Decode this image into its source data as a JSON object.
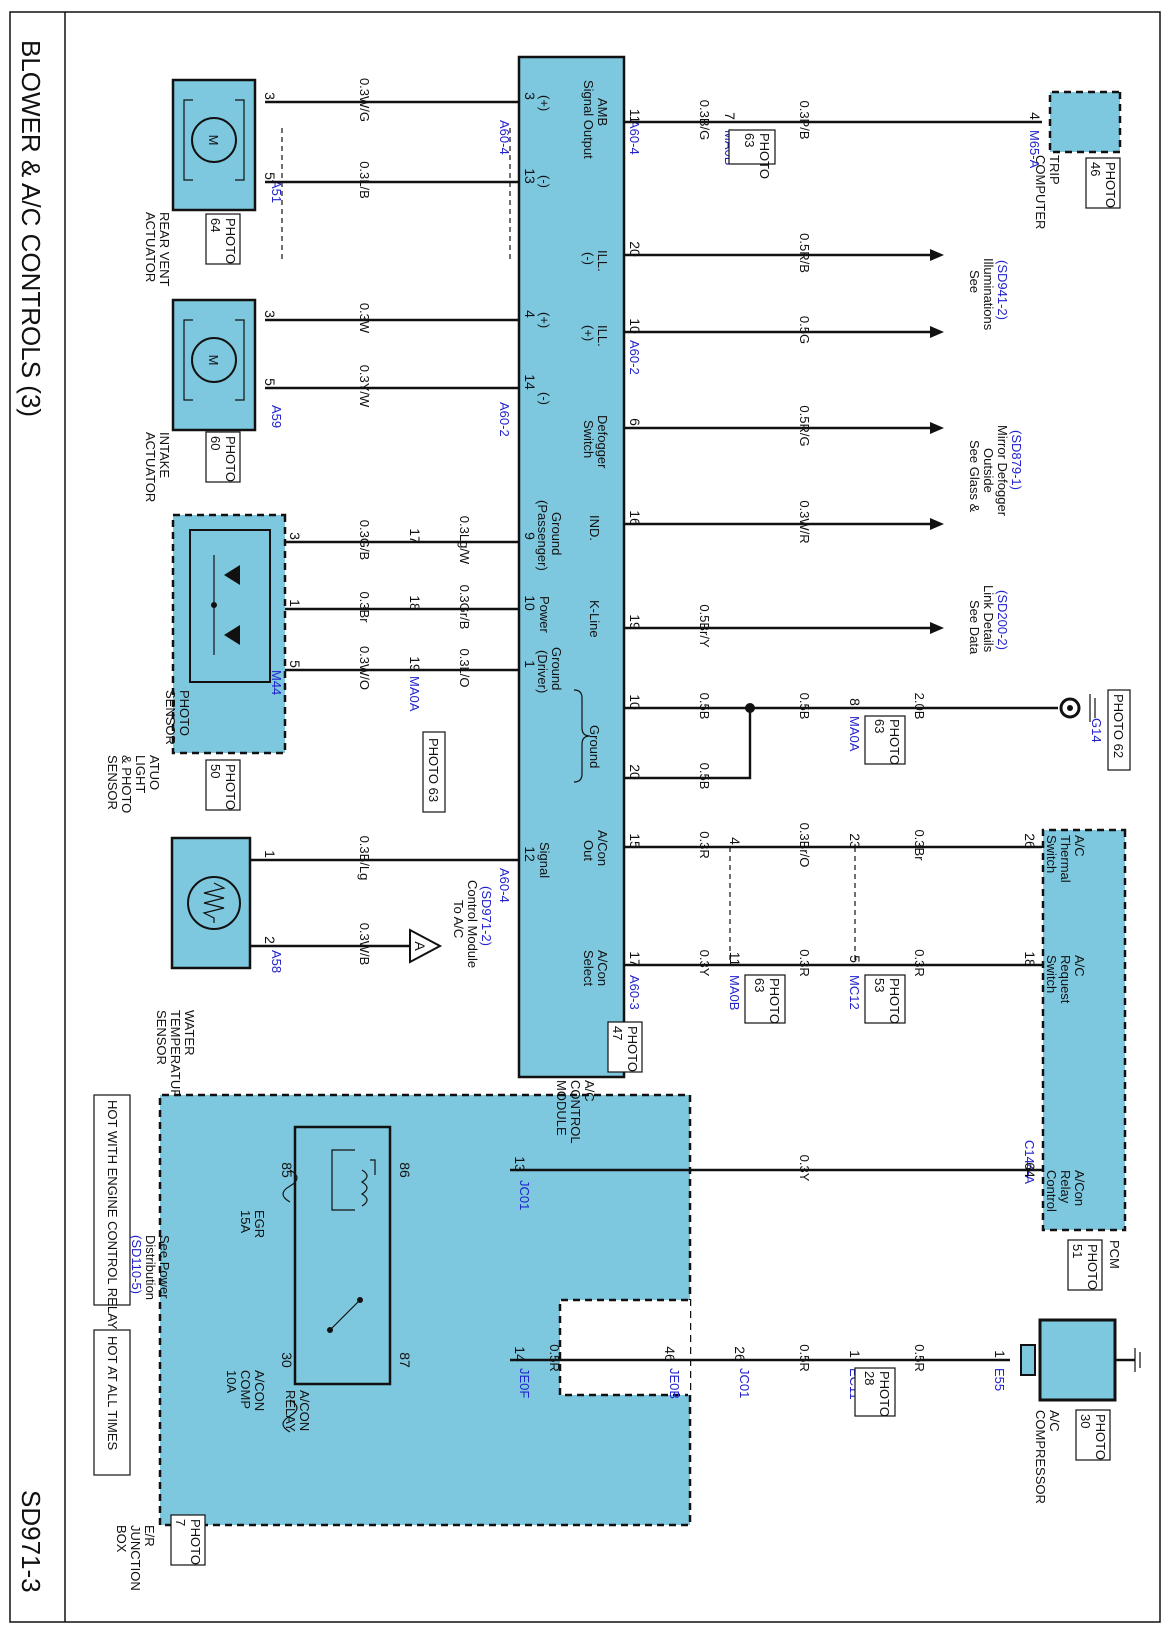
{
  "diagram": {
    "title": "BLOWER & A/C CONTROLS (3)",
    "sheet_id": "SD971-3",
    "notes": {
      "hot_engine": "HOT WITH ENGINE CONTROL RELAY ON",
      "hot_always": "HOT AT ALL TIMES",
      "see_power_1": "See Power",
      "see_power_2": "Distribution",
      "see_power_ref": "(SD110-5)",
      "see_illum_1": "See",
      "see_illum_2": "Illuminations",
      "see_illum_ref": "(SD941-2)",
      "see_glass_1": "See Glass &",
      "see_glass_2": "Outside",
      "see_glass_3": "Mirror Defogger",
      "see_glass_ref": "(SD879-1)",
      "see_data_1": "See Data",
      "see_data_2": "Link Details",
      "see_data_ref": "(SD200-2)",
      "to_ac_1": "To A/C",
      "to_ac_2": "Control Module",
      "to_ac_ref": "(SD971-2)",
      "offpage_letter": "A"
    },
    "components": {
      "rear_vent": {
        "name_1": "REAR VENT",
        "name_2": "ACTUATOR",
        "photo": "PHOTO",
        "photo_num": "64",
        "connector": "A51",
        "motor": "M"
      },
      "intake": {
        "name_1": "INTAKE",
        "name_2": "ACTUATOR",
        "photo": "PHOTO",
        "photo_num": "60",
        "connector": "A59",
        "motor": "M"
      },
      "photo_sensor": {
        "name_1": "PHOTO",
        "name_2": "SENSOR",
        "name_3": "ATUO",
        "name_4": "LIGHT",
        "name_5": "& PHOTO",
        "name_6": "SENSOR",
        "photo": "PHOTO",
        "photo_num": "50",
        "connector": "M44"
      },
      "water_temp": {
        "name_1": "WATER",
        "name_2": "TEMPERATURE",
        "name_3": "SENSOR",
        "connector": "A58"
      },
      "junction_box": {
        "name_1": "E/R",
        "name_2": "JUNCTION",
        "name_3": "BOX",
        "photo": "PHOTO",
        "photo_num": "7"
      },
      "ac_module": {
        "name_1": "A/C",
        "name_2": "CONTROL",
        "name_3": "MODULE",
        "photo": "PHOTO",
        "photo_num": "47"
      },
      "trip_computer": {
        "name_1": "TRIP",
        "name_2": "COMPUTER",
        "photo": "PHOTO",
        "photo_num": "46",
        "connector": "M65-A"
      },
      "pcm": {
        "name": "PCM",
        "photo": "PHOTO",
        "photo_num": "51",
        "connector": "C144-A"
      },
      "compressor": {
        "name_1": "A/C",
        "name_2": "COMPRESSOR",
        "photo": "PHOTO",
        "photo_num": "30"
      },
      "ground": {
        "id": "G14",
        "photo": "PHOTO 62"
      },
      "relay": {
        "name_1": "A/CON",
        "name_2": "RELAY"
      },
      "fuse_egr": {
        "name": "EGR",
        "rating": "15A"
      },
      "fuse_comp": {
        "name_1": "A/CON",
        "name_2": "COMP",
        "rating": "10A"
      }
    },
    "module_labels": {
      "plus_a": "(+)",
      "minus_a": "(-)",
      "plus_b": "(+)",
      "minus_b": "(-)",
      "gnd_pass_1": "Ground",
      "gnd_pass_2": "(Passenger)",
      "power": "Power",
      "gnd_drv_1": "Ground",
      "gnd_drv_2": "(Driver)",
      "signal": "Signal",
      "amb_1": "AMB",
      "amb_2": "Signal Output",
      "ill_minus_1": "ILL.",
      "ill_minus_2": "(-)",
      "ill_plus_1": "ILL.",
      "ill_plus_2": "(+)",
      "defog_1": "Defogger",
      "defog_2": "Switch",
      "ind": "IND.",
      "kline": "K-Line",
      "ground": "Ground",
      "acon_out_1": "A/Con",
      "acon_out_2": "Out",
      "acon_sel_1": "A/Con",
      "acon_sel_2": "Select"
    },
    "pcm_labels": {
      "thermal_1": "A/C",
      "thermal_2": "Thermal",
      "thermal_3": "Switch",
      "request_1": "A/C",
      "request_2": "Request",
      "request_3": "Switch",
      "relay_1": "A/Con",
      "relay_2": "Relay",
      "relay_3": "Control"
    },
    "connectors": {
      "a60_4_top": "A60-4",
      "a60_2_top": "A60-2",
      "a60_4_bot": "A60-4",
      "a60_4_left": "A60-4",
      "a60_2_left": "A60-2",
      "a60_3": "A60-3",
      "ma0a_sensor": "MA0A",
      "ma0a_photo": "PHOTO 63",
      "ma0b_amb": "MA0B",
      "ma0b_amb_photo": "PHOTO",
      "ma0b_amb_num": "63",
      "ma0a_gnd": "MA0A",
      "ma0a_gnd_photo": "PHOTO",
      "ma0a_gnd_num": "63",
      "ma0b_sel": "MA0B",
      "ma0b_sel_photo": "PHOTO",
      "ma0b_sel_num": "63",
      "mc12": "MC12",
      "mc12_photo": "PHOTO",
      "mc12_num": "53",
      "jc01_a": "JC01",
      "jc01_b": "JC01",
      "je0f": "JE0F",
      "je0b": "JE0B",
      "ec11": "EC11",
      "ec11_photo": "PHOTO",
      "ec11_num": "28",
      "e55": "E55"
    },
    "pins": {
      "rv3": "3",
      "rv5": "5",
      "m3": "3",
      "m13": "13",
      "in3": "3",
      "in5": "5",
      "m4": "4",
      "m14": "14",
      "ps3": "3",
      "ps1": "1",
      "ps5": "5",
      "ma17": "17",
      "ma18": "18",
      "ma19": "19",
      "m9": "9",
      "m10": "10",
      "m1": "1",
      "wt1": "1",
      "wt2": "2",
      "m12": "12",
      "l11": "11",
      "l20": "20",
      "l10": "10",
      "l6": "6",
      "l16": "16",
      "l19": "19",
      "lg10": "10",
      "lg20": "20",
      "l15": "15",
      "l17": "17",
      "amb7": "7",
      "tc4": "4",
      "gnd8": "8",
      "r4": "4",
      "r11": "11",
      "r23": "23",
      "r5": "5",
      "pcm26": "26",
      "pcm18": "18",
      "pcm64": "64",
      "jc13": "13",
      "rl86": "86",
      "rl85": "85",
      "rl87": "87",
      "rl30": "30",
      "je14": "14",
      "je46": "46",
      "jc26": "26",
      "ec1": "1",
      "e1": "1"
    },
    "wires": {
      "rv_plus": "0.3W/G",
      "rv_minus": "0.3L/B",
      "in_plus": "0.3W",
      "in_minus": "0.3Y/W",
      "ps_gnd_a": "0.3G/B",
      "ps_pwr_a": "0.3Br",
      "ps_drv_a": "0.3W/O",
      "ps_gnd_b": "0.3Lg/W",
      "ps_pwr_b": "0.3Gr/B",
      "ps_drv_b": "0.3L/O",
      "wt_sig": "0.3B/Lg",
      "wt_gnd": "0.3W/B",
      "amb_a": "0.3B/G",
      "amb_b": "0.3P/B",
      "ill_m": "0.5R/B",
      "ill_p": "0.5G",
      "defog": "0.5R/G",
      "ind": "0.3W/R",
      "kline": "0.5Br/Y",
      "gnd_a": "0.5B",
      "gnd_b": "0.5B",
      "gnd_c": "0.5B",
      "gnd_d": "2.0B",
      "out_a": "0.3R",
      "out_b": "0.3Br/O",
      "out_c": "0.3Br",
      "sel_a": "0.3Y",
      "sel_b": "0.3R",
      "sel_c": "0.3R",
      "relay_ctl": "0.3Y",
      "comp_a": "0.5R",
      "comp_b": "0.5R",
      "comp_c": "0.5R"
    }
  }
}
